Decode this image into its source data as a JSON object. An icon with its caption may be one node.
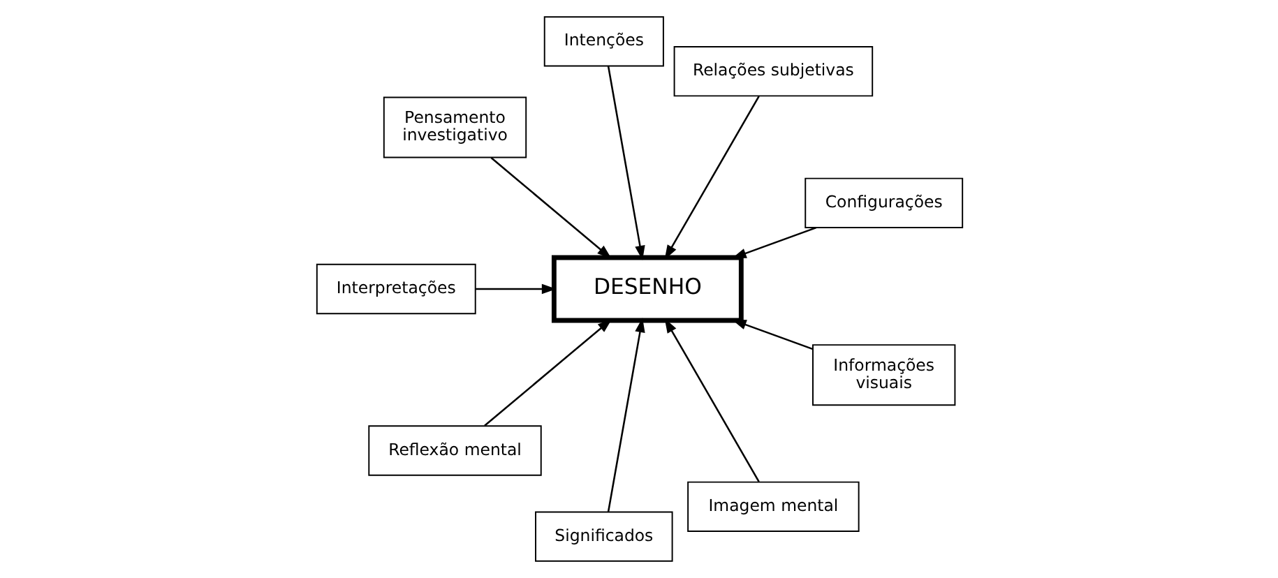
{
  "diagram": {
    "nodes": [
      {
        "text": [
          "Configurações"
        ]
      },
      {
        "text": [
          "Relações subjetivas"
        ]
      },
      {
        "text": [
          "Intenções"
        ]
      },
      {
        "text": [
          "Pensamento investigativo"
        ]
      },
      {
        "text": [
          "Interpretações"
        ]
      },
      {
        "text": [
          "DESENHO"
        ]
      },
      {
        "text": [
          "Reflexão mental"
        ]
      },
      {
        "text": [
          "Significados"
        ]
      },
      {
        "text": [
          "Imagem mental"
        ]
      },
      {
        "text": [
          "Informações visuais"
        ]
      }
    ],
    "edges": [
      {
        "from": 0,
        "to": 5,
        "arrow": "to"
      },
      {
        "from": 1,
        "to": 5,
        "arrow": "to"
      },
      {
        "from": 3,
        "to": 5,
        "arrow": "to"
      },
      {
        "from": 6,
        "to": 5,
        "arrow": "to"
      },
      {
        "from": 8,
        "to": 5,
        "arrow": "to"
      },
      {
        "from": 9,
        "to": 5,
        "arrow": "to"
      },
      {
        "from": 7,
        "to": 5,
        "arrow": "to"
      },
      {
        "from": 4,
        "to": 5,
        "arrow": "to"
      },
      {
        "from": 2,
        "to": 5,
        "arrow": "to"
      }
    ]
  }
}
